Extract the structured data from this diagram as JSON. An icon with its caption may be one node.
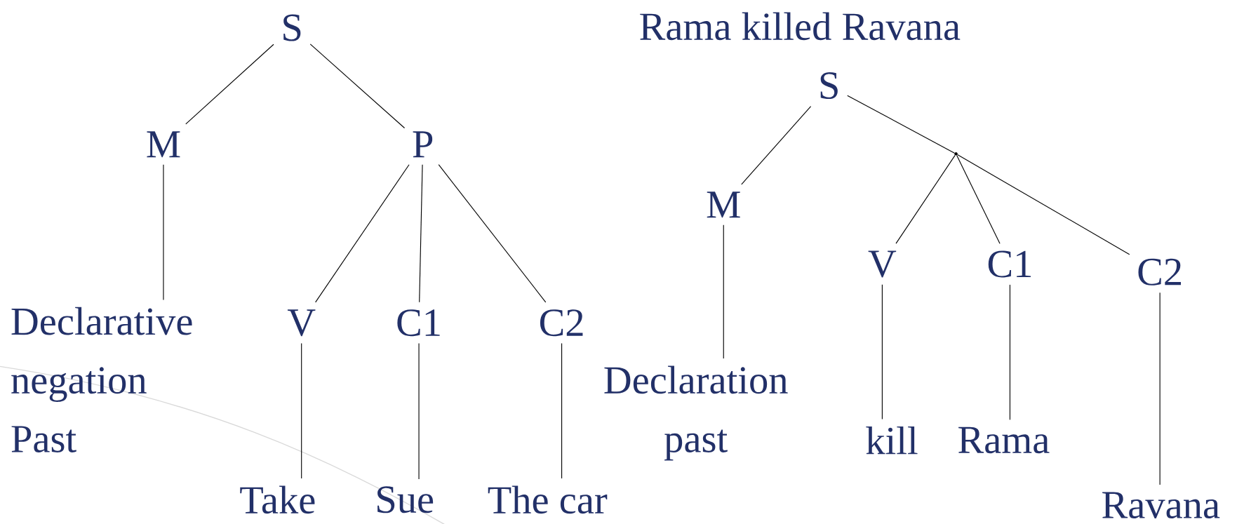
{
  "diagram": {
    "title": "Rama killed Ravana",
    "nodes": [
      {
        "text": [
          "S"
        ]
      },
      {
        "text": [
          "M"
        ]
      },
      {
        "text": [
          "P"
        ]
      },
      {
        "text": [
          "Declarative negation Past"
        ]
      },
      {
        "text": [
          "V"
        ]
      },
      {
        "text": [
          "C1"
        ]
      },
      {
        "text": [
          "C2"
        ]
      },
      {
        "text": [
          "Take"
        ]
      },
      {
        "text": [
          "Sue"
        ]
      },
      {
        "text": [
          "The car"
        ]
      },
      {
        "text": [
          "S"
        ]
      },
      {
        "text": [
          "M"
        ]
      },
      {
        "text": [],
        "shape": "point"
      },
      {
        "text": [
          "V"
        ]
      },
      {
        "text": [
          "C1"
        ]
      },
      {
        "text": [
          "C2"
        ]
      },
      {
        "text": [
          "Declaration past"
        ]
      },
      {
        "text": [
          "kill"
        ]
      },
      {
        "text": [
          "Rama"
        ]
      },
      {
        "text": [
          "Ravana"
        ]
      }
    ],
    "edges": [
      {
        "from": 0,
        "to": 1,
        "arrow": "none"
      },
      {
        "from": 0,
        "to": 2,
        "arrow": "none"
      },
      {
        "from": 1,
        "to": 3,
        "arrow": "none"
      },
      {
        "from": 2,
        "to": 4,
        "arrow": "none"
      },
      {
        "from": 2,
        "to": 5,
        "arrow": "none"
      },
      {
        "from": 2,
        "to": 6,
        "arrow": "none"
      },
      {
        "from": 4,
        "to": 7,
        "arrow": "none"
      },
      {
        "from": 5,
        "to": 8,
        "arrow": "none"
      },
      {
        "from": 6,
        "to": 9,
        "arrow": "none"
      },
      {
        "from": 10,
        "to": 11,
        "arrow": "none"
      },
      {
        "from": 10,
        "to": 12,
        "arrow": "none"
      },
      {
        "from": 11,
        "to": 16,
        "arrow": "none"
      },
      {
        "from": 12,
        "to": 13,
        "arrow": "none"
      },
      {
        "from": 12,
        "to": 14,
        "arrow": "none"
      },
      {
        "from": 12,
        "to": 15,
        "arrow": "none"
      },
      {
        "from": 13,
        "to": 17,
        "arrow": "none"
      },
      {
        "from": 14,
        "to": 18,
        "arrow": "none"
      },
      {
        "from": 15,
        "to": 19,
        "arrow": "none"
      }
    ]
  }
}
